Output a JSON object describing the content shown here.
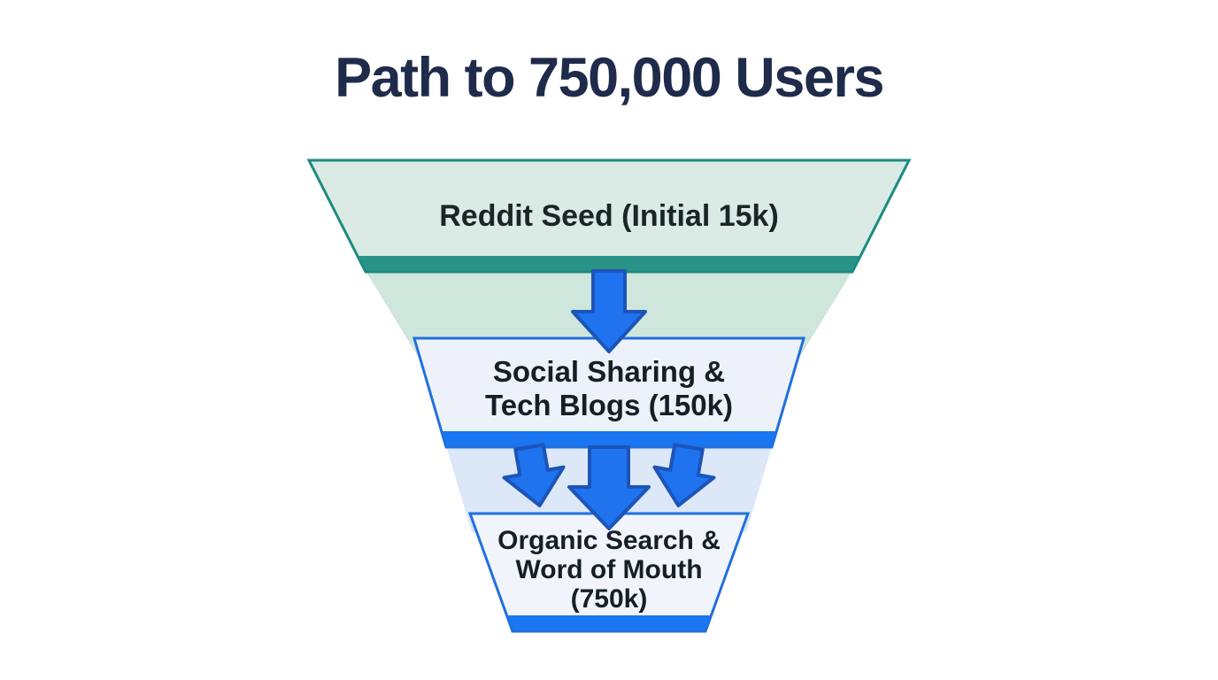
{
  "title": "Path to 750,000 Users",
  "funnel": {
    "stages": [
      {
        "label": "Reddit Seed (Initial 15k)",
        "value": "15k",
        "fill": "#d9ebe4",
        "band_color": "#2a9388",
        "border_color": "#1e8a80",
        "tail_color": "#cee6dc"
      },
      {
        "label": "Social Sharing &\nTech Blogs (150k)",
        "value": "150k",
        "fill": "#edf2fa",
        "band_color": "#1a76f2",
        "border_color": "#2070dd",
        "tail_color": "#dce7f8"
      },
      {
        "label": "Organic Search &\nWord of Mouth\n(750k)",
        "value": "750k",
        "fill": "#f1f4fb",
        "band_color": "#1a76f2",
        "border_color": "#2070dd"
      }
    ],
    "arrow": {
      "fill": "#1f73ee",
      "outline": "#1c54b8"
    }
  },
  "colors": {
    "background": "#ffffff",
    "title_text": "#1e2b4a",
    "stage_text": "#161f27"
  }
}
